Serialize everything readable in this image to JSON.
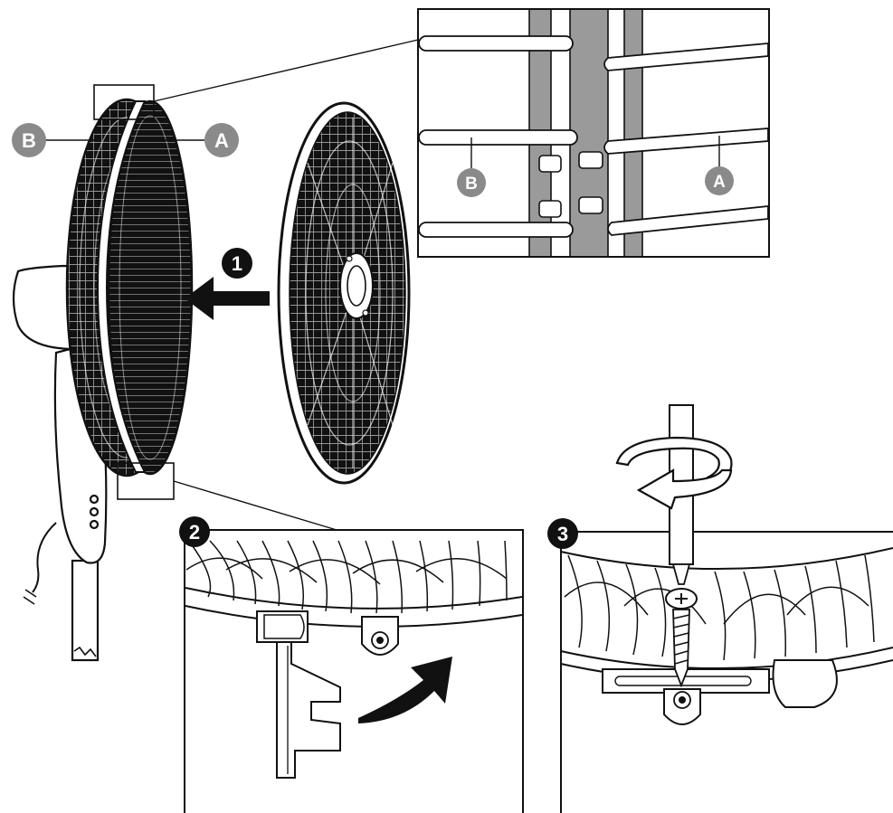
{
  "callouts": {
    "main_b": "B",
    "main_a": "A",
    "detail_b": "B",
    "detail_a": "A"
  },
  "steps": {
    "step1": "1",
    "step2": "2",
    "step3": "3"
  },
  "colors": {
    "ink": "#111111",
    "callout_fill": "#8a8a8a",
    "clip_gray": "#9a9a9a",
    "background": "#ffffff"
  }
}
